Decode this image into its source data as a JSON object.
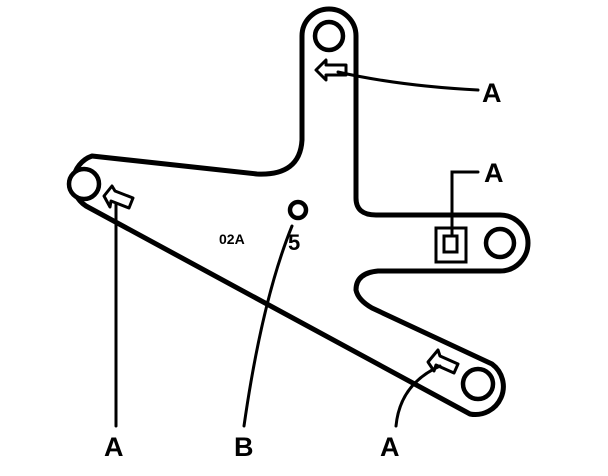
{
  "diagram": {
    "part_code": "02A",
    "part_mark": "5",
    "callouts": {
      "top": "A",
      "right": "A",
      "left": "A",
      "center": "B",
      "bottom_right": "A"
    }
  }
}
